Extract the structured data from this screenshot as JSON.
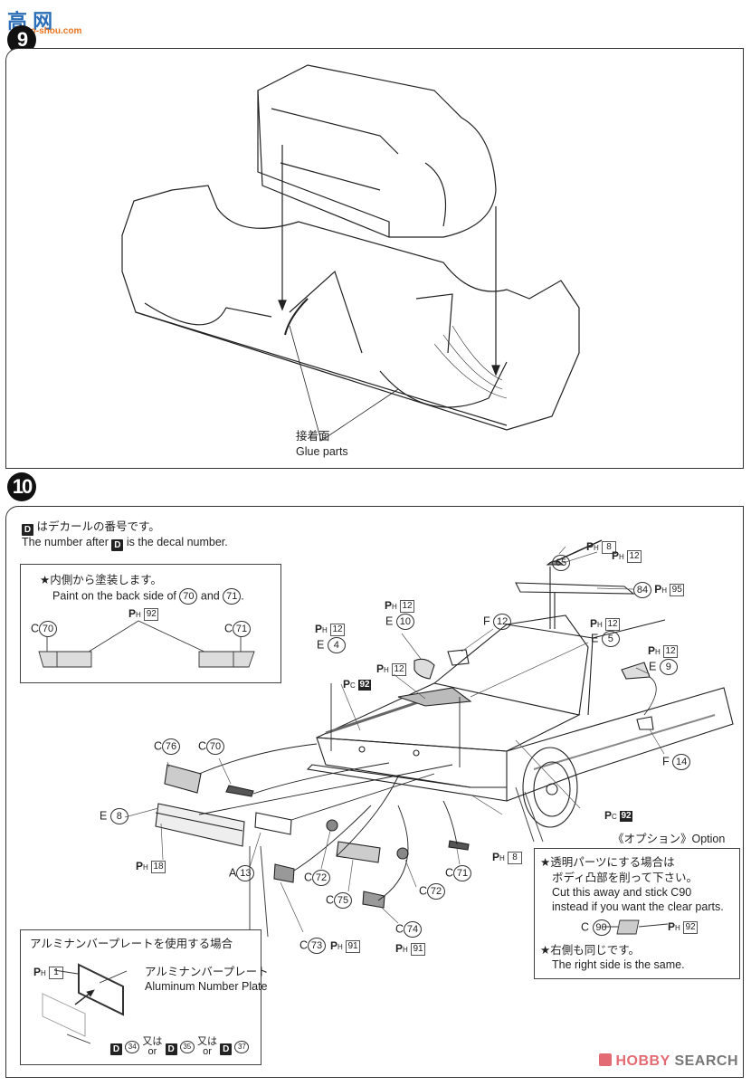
{
  "watermark": {
    "site_logo": "高 网",
    "site_url": "gao-shou.com",
    "footer_brand_left": "HOBBY",
    "footer_brand_right": "SEARCH",
    "footer_brand_color": "#e36b73"
  },
  "step9": {
    "number": "9",
    "glue_label_jp": "接着面",
    "glue_label_en": "Glue parts"
  },
  "step10": {
    "number": "10",
    "decal_note_jp": "はデカールの番号です。",
    "decal_note_en_pre": "The number after",
    "decal_note_en_post": "is the decal number.",
    "decal_symbol": "D",
    "paint_inset": {
      "line_jp": "★内側から塗装します。",
      "line_en_pre": "Paint on the back side of",
      "part_a": "70",
      "line_en_mid": "and",
      "part_b": "71",
      "line_en_post": ".",
      "paint_code": "92",
      "left_part": {
        "letter": "C",
        "num": "70"
      },
      "right_part": {
        "letter": "C",
        "num": "71"
      }
    },
    "callouts": [
      {
        "id": "ant-paint-top",
        "paint": "H",
        "code": "8"
      },
      {
        "id": "antenna",
        "letter": "",
        "num": "65"
      },
      {
        "id": "ant-paint",
        "paint": "H",
        "code": "12"
      },
      {
        "id": "spoiler",
        "letter": "",
        "num": "84",
        "paint": "H",
        "code": "95"
      },
      {
        "id": "e10-paint",
        "paint": "H",
        "code": "12"
      },
      {
        "id": "e10",
        "letter": "E",
        "num": "10"
      },
      {
        "id": "f12",
        "letter": "F",
        "num": "12"
      },
      {
        "id": "e5-paint",
        "paint": "H",
        "code": "12"
      },
      {
        "id": "e5",
        "letter": "E",
        "num": "5"
      },
      {
        "id": "e9-paint",
        "paint": "H",
        "code": "12"
      },
      {
        "id": "e9",
        "letter": "E",
        "num": "9"
      },
      {
        "id": "f14",
        "letter": "F",
        "num": "14"
      },
      {
        "id": "e4-paint",
        "paint": "H",
        "code": "12"
      },
      {
        "id": "e4",
        "letter": "E",
        "num": "4"
      },
      {
        "id": "hood-paint",
        "paint": "H",
        "code": "12"
      },
      {
        "id": "pc92-left",
        "paint": "C",
        "code": "92",
        "dark": true
      },
      {
        "id": "pc92-right",
        "paint": "C",
        "code": "92",
        "dark": true
      },
      {
        "id": "c76",
        "letter": "C",
        "num": "76"
      },
      {
        "id": "c70",
        "letter": "C",
        "num": "70"
      },
      {
        "id": "e8",
        "letter": "E",
        "num": "8"
      },
      {
        "id": "e8-paint",
        "paint": "H",
        "code": "18"
      },
      {
        "id": "a13",
        "letter": "A",
        "num": "13"
      },
      {
        "id": "c72a",
        "letter": "C",
        "num": "72"
      },
      {
        "id": "c75",
        "letter": "C",
        "num": "75"
      },
      {
        "id": "c72b",
        "letter": "C",
        "num": "72"
      },
      {
        "id": "c71",
        "letter": "C",
        "num": "71"
      },
      {
        "id": "h8",
        "paint": "H",
        "code": "8"
      },
      {
        "id": "c73",
        "letter": "C",
        "num": "73"
      },
      {
        "id": "c73-paint",
        "paint": "H",
        "code": "91"
      },
      {
        "id": "c74",
        "letter": "C",
        "num": "74"
      },
      {
        "id": "c74-paint",
        "paint": "H",
        "code": "91"
      }
    ],
    "option_inset": {
      "title": "《オプション》Option",
      "line1_jp": "★透明パーツにする場合は",
      "line2_jp": "ボディ凸部を削って下さい。",
      "line3_en": "Cut this away and stick C90",
      "line4_en": "instead if you want the clear parts.",
      "part": {
        "letter": "C",
        "num": "90"
      },
      "paint_code": "92",
      "line5_jp": "★右側も同じです。",
      "line6_en": "The right side is the same."
    },
    "plate_inset": {
      "title_jp": "アルミナンバープレートを使用する場合",
      "paint_code": "1",
      "plate_label_jp": "アルミナンバープレート",
      "plate_label_en": "Aluminum Number Plate",
      "decals": [
        "34",
        "35",
        "37"
      ],
      "or_jp": "又は",
      "or_en": "or"
    }
  }
}
